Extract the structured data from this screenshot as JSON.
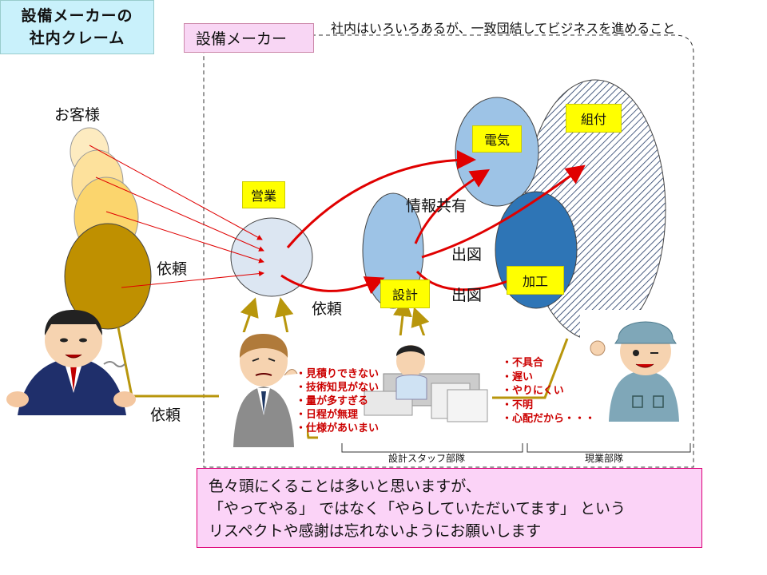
{
  "title": {
    "line1": "設備メーカーの",
    "line2": "社内クレーム"
  },
  "tagline": "社内はいろいろあるが、一致団結してビジネスを進めること",
  "maker_tag": "設備メーカー",
  "customer_label": "お客様",
  "labels": {
    "sales": "営業",
    "design": "設計",
    "electrical": "電気",
    "assembly": "組付",
    "machining": "加工"
  },
  "arrows": {
    "request_customer": "依頼",
    "request_sales": "依頼",
    "request_bottom": "依頼",
    "info_share": "情報共有",
    "drawing_1": "出図",
    "drawing_2": "出図"
  },
  "issues_sales": [
    "・見積りできない",
    "・技術知見がない",
    "・量が多すぎる",
    "・日程が無理",
    "・仕様があいまい"
  ],
  "issues_floor": [
    "・不具合",
    "・遅い",
    "・やりにくい",
    "・不明",
    "・心配だから・・・"
  ],
  "groups": {
    "design_staff": "設計スタッフ部隊",
    "floor": "現業部隊"
  },
  "message": [
    "色々頭にくることは多いと思いますが、",
    "「やってやる」 ではなく「やらしていただいてます」 という",
    "リスペクトや感謝は忘れないようにお願いします"
  ],
  "colors": {
    "title_bg": "#c9f1fb",
    "maker_bg": "#f8d6f4",
    "message_bg": "#fbd3f7",
    "label_bg": "#ffff00",
    "arrow_red": "#e00000",
    "arrow_gold": "#b8960c",
    "sales_circle": "#dce6f2",
    "dept_circle": "#9dc3e6",
    "machining_circle": "#2e75b6"
  }
}
